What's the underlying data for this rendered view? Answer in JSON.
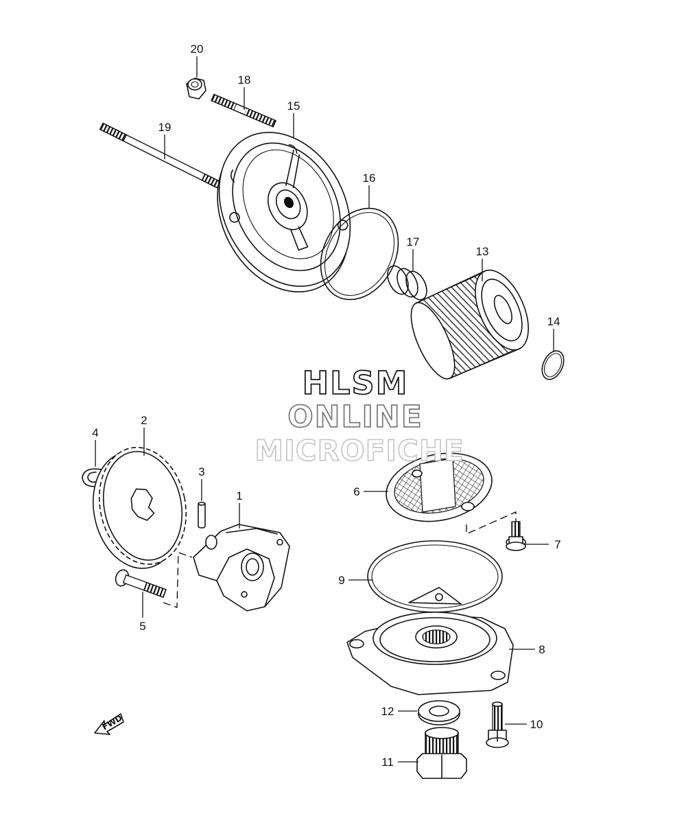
{
  "watermark": {
    "line1": "HLSM",
    "line2": "ONLINE",
    "line3": "MICROFICHE"
  },
  "direction_marker": "FWD",
  "callouts": [
    {
      "id": "1",
      "label": "1"
    },
    {
      "id": "2",
      "label": "2"
    },
    {
      "id": "3",
      "label": "3"
    },
    {
      "id": "4",
      "label": "4"
    },
    {
      "id": "5",
      "label": "5"
    },
    {
      "id": "6",
      "label": "6"
    },
    {
      "id": "7",
      "label": "7"
    },
    {
      "id": "8",
      "label": "8"
    },
    {
      "id": "9",
      "label": "9"
    },
    {
      "id": "10",
      "label": "10"
    },
    {
      "id": "11",
      "label": "11"
    },
    {
      "id": "12",
      "label": "12"
    },
    {
      "id": "13",
      "label": "13"
    },
    {
      "id": "14",
      "label": "14"
    },
    {
      "id": "15",
      "label": "15"
    },
    {
      "id": "16",
      "label": "16"
    },
    {
      "id": "17",
      "label": "17"
    },
    {
      "id": "18",
      "label": "18"
    },
    {
      "id": "19",
      "label": "19"
    },
    {
      "id": "20",
      "label": "20"
    }
  ]
}
